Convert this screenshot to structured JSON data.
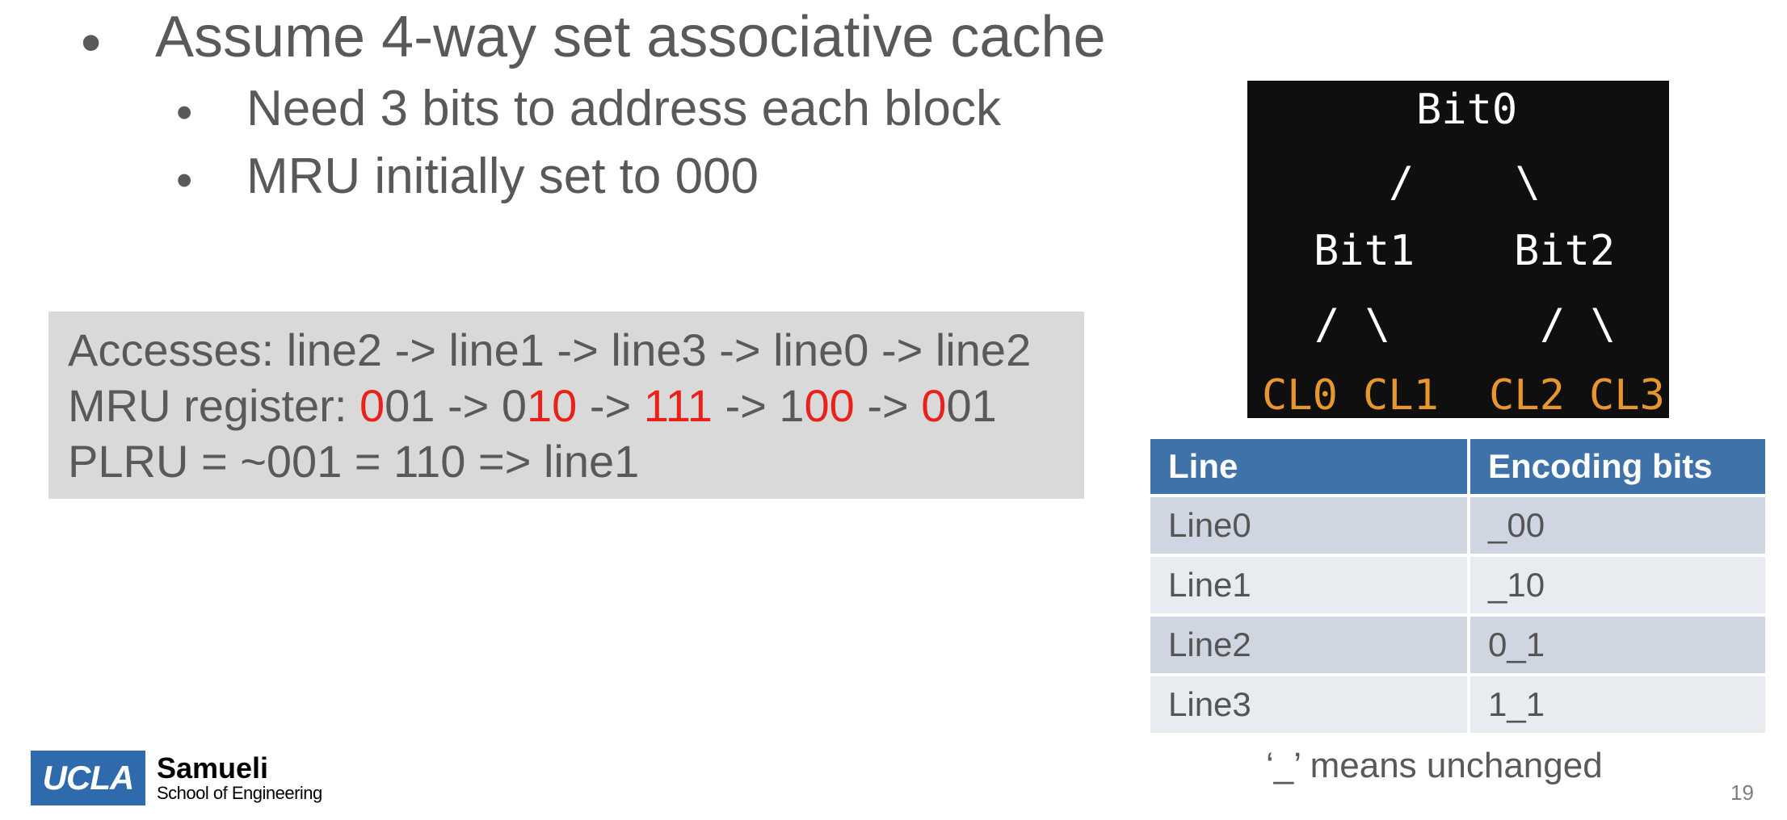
{
  "bullets": {
    "main": "Assume 4-way set associative cache",
    "sub": [
      "Need 3 bits to address each block",
      "MRU initially set to 000"
    ]
  },
  "accesses": {
    "line1": "Accesses: line2 -> line1 -> line3 -> line0 -> line2",
    "line2": {
      "label": "MRU register: ",
      "steps": [
        {
          "red": "0",
          "plain": "01"
        },
        {
          "plain": "0",
          "red": "10"
        },
        {
          "red": "111",
          "plain": ""
        },
        {
          "plain": "1",
          "red": "00"
        },
        {
          "red": "0",
          "plain": "01"
        }
      ],
      "arrow": " -> "
    },
    "line3": "PLRU = ~001 = 110 => line1"
  },
  "tree": {
    "root": "Bit0",
    "root_branches": "/    \\",
    "left": "Bit1",
    "right": "Bit2",
    "left_branches": "/ \\",
    "right_branches": "/ \\",
    "leaves": [
      "CL0",
      "CL1",
      "CL2",
      "CL3"
    ]
  },
  "table": {
    "headers": [
      "Line",
      "Encoding bits"
    ],
    "rows": [
      [
        "Line0",
        "_00"
      ],
      [
        "Line1",
        "_10"
      ],
      [
        "Line2",
        "0_1"
      ],
      [
        "Line3",
        "1_1"
      ]
    ]
  },
  "note": "‘_’ means unchanged",
  "page_number": "19",
  "logo": {
    "mark": "UCLA",
    "name": "Samueli",
    "subtitle": "School of Engineering"
  },
  "colors": {
    "highlight_red": "#e8221b",
    "tree_leaf_orange": "#e8972f",
    "table_header_blue": "#3f72a8"
  }
}
